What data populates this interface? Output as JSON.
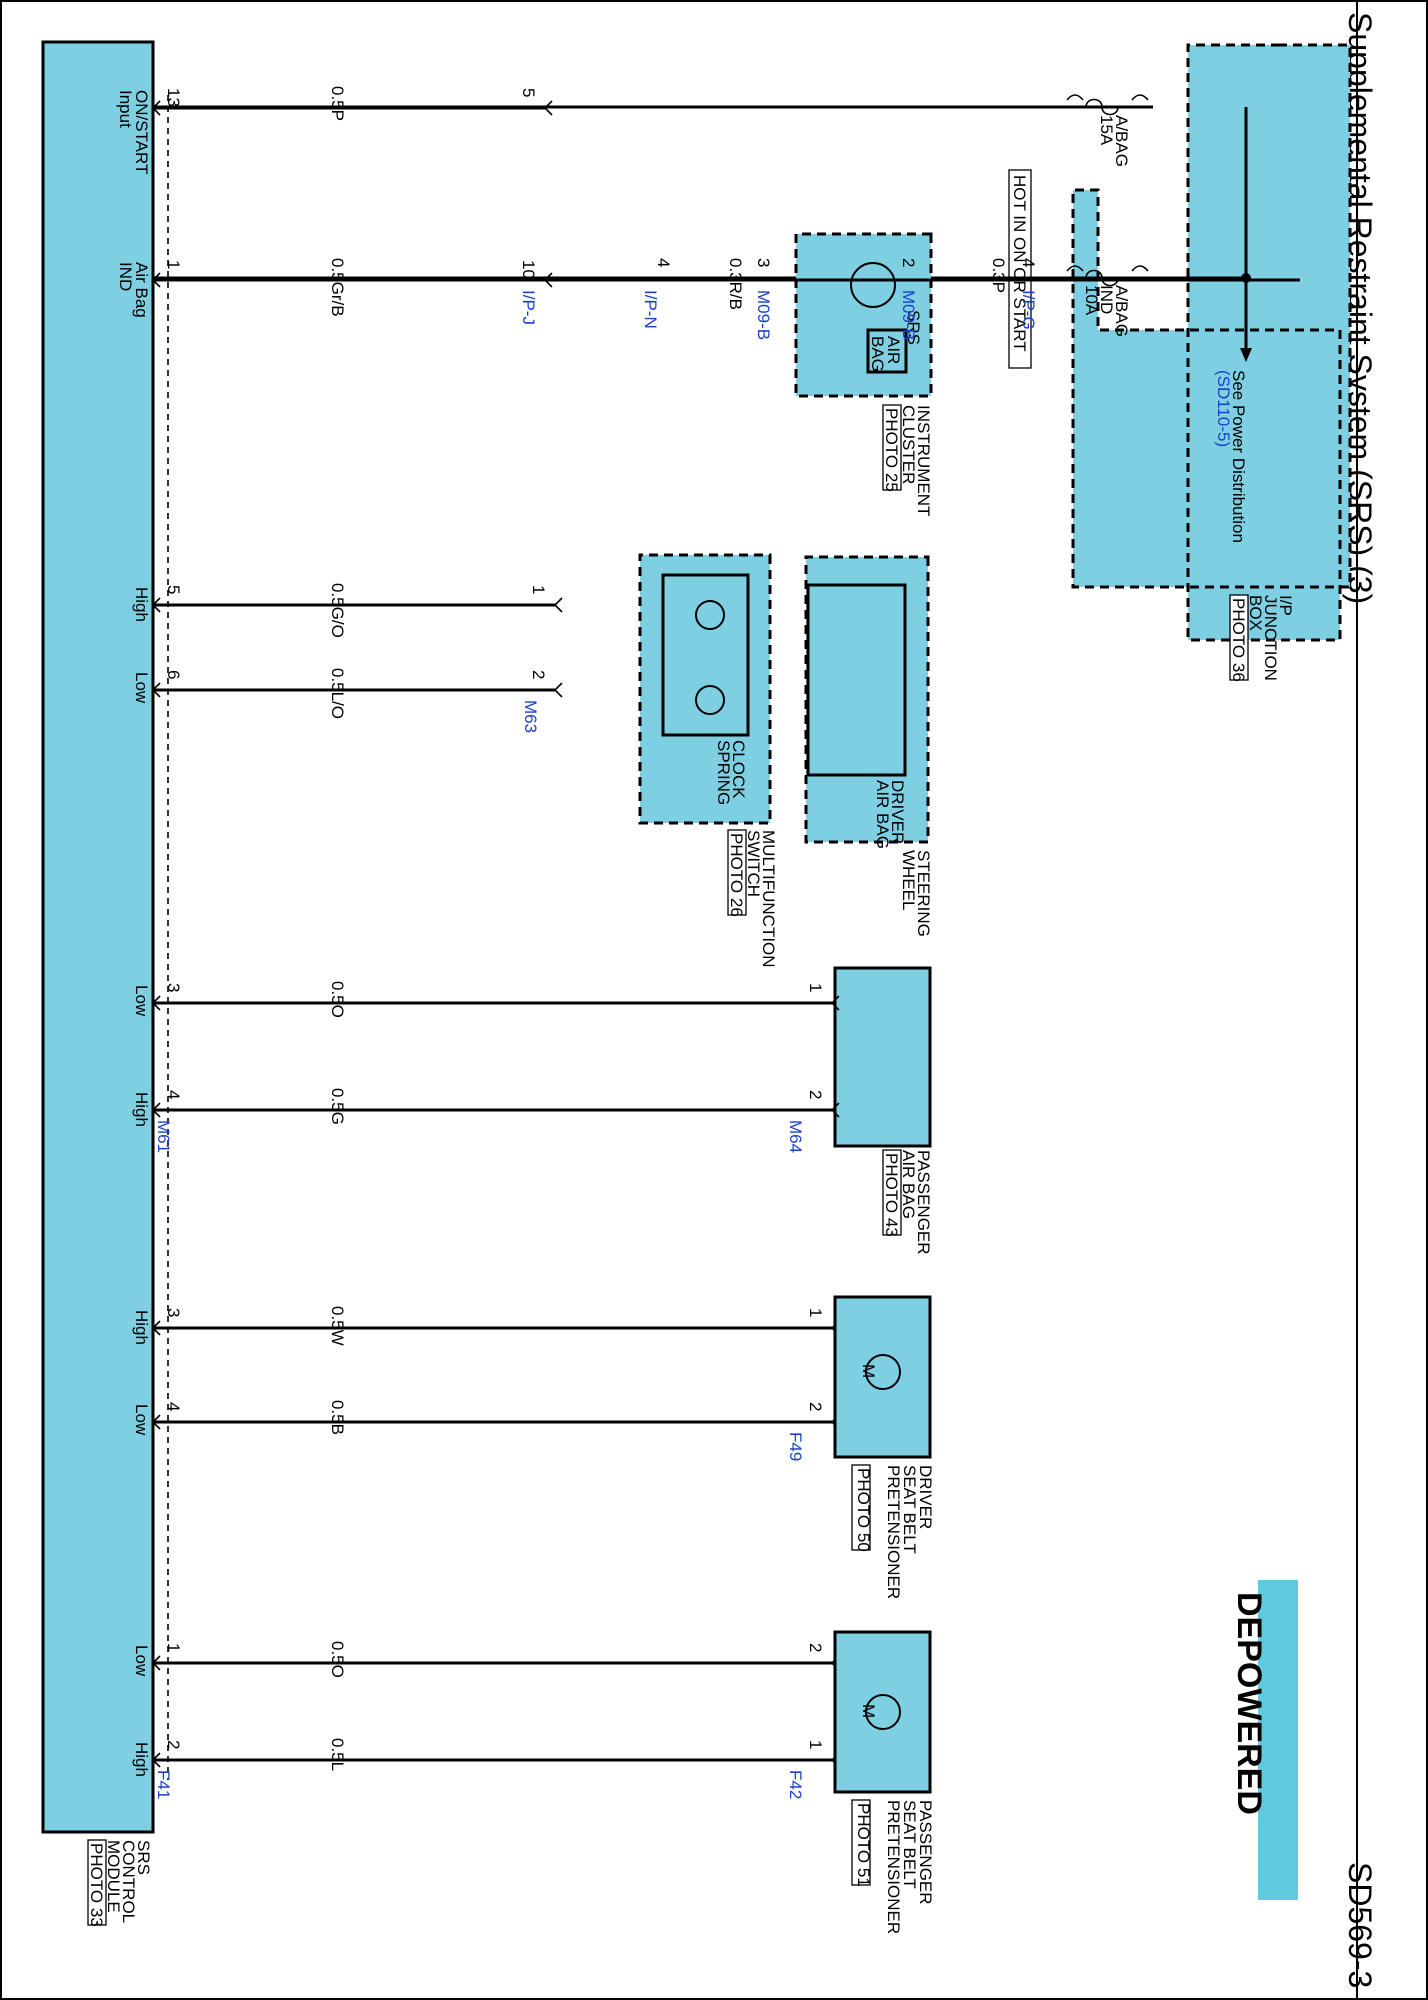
{
  "title": "Supplemental Restraint System (SRS) (3)",
  "page_code": "SD569-3",
  "badge": "DEPOWERED",
  "hot_label": "HOT IN ON OR START",
  "see_power": {
    "line1": "See Power Distribution",
    "link": "(SD110-5)"
  },
  "junction_box": {
    "name": [
      "I/P",
      "JUNCTION",
      "BOX"
    ],
    "photo": "PHOTO 36"
  },
  "fuses": [
    {
      "name": [
        "A/BAG",
        "15A"
      ]
    },
    {
      "name": [
        "A/BAG",
        "IND",
        "10A"
      ]
    }
  ],
  "instrument_cluster": {
    "name": [
      "INSTRUMENT",
      "CLUSTER"
    ],
    "photo": "PHOTO 25",
    "srs": "SRS",
    "airbag": [
      "AIR",
      "BAG"
    ]
  },
  "steering_wheel": {
    "name": [
      "STEERING",
      "WHEEL"
    ],
    "airbag": [
      "DRIVER",
      "AIR BAG"
    ]
  },
  "multifunction_switch": {
    "name": [
      "MULTIFUNCTION",
      "SWITCH"
    ],
    "photo": "PHOTO 26",
    "clock": [
      "CLOCK",
      "SPRING"
    ]
  },
  "passenger_airbag": {
    "name": [
      "PASSENGER",
      "AIR BAG"
    ],
    "photo": "PHOTO 43"
  },
  "driver_pretensioner": {
    "name": [
      "DRIVER",
      "SEAT BELT",
      "PRETENSIONER"
    ],
    "photo": "PHOTO 50"
  },
  "passenger_pretensioner": {
    "name": [
      "PASSENGER",
      "SEAT BELT",
      "PRETENSIONER"
    ],
    "photo": "PHOTO 51"
  },
  "srs_module": {
    "name": [
      "SRS",
      "CONTROL",
      "MODULE"
    ],
    "photo": "PHOTO 33"
  },
  "motor_symbol": "M",
  "wires": [
    {
      "label": "0.5P",
      "module_pin": "13",
      "module_label": [
        "ON/START",
        "Input"
      ],
      "far_pin": "5"
    },
    {
      "label": "0.5Gr/B",
      "module_pin": "1",
      "module_label": [
        "Air Bag",
        "IND"
      ],
      "far_pin": "10"
    },
    {
      "label": "0.3R/B"
    },
    {
      "label": "0.3P"
    },
    {
      "label": "0.5G/O",
      "module_pin": "5",
      "module_label": [
        "High"
      ],
      "far_pin": "1"
    },
    {
      "label": "0.5L/O",
      "module_pin": "6",
      "module_label": [
        "Low"
      ],
      "far_pin": "2"
    },
    {
      "label": "0.5O",
      "module_pin": "3",
      "module_label": [
        "Low"
      ],
      "far_pin": "1"
    },
    {
      "label": "0.5G",
      "module_pin": "4",
      "module_label": [
        "High"
      ],
      "far_pin": "2"
    },
    {
      "label": "0.5W",
      "module_pin": "3",
      "module_label": [
        "High"
      ],
      "far_pin": "1"
    },
    {
      "label": "0.5B",
      "module_pin": "4",
      "module_label": [
        "Low"
      ],
      "far_pin": "2"
    },
    {
      "label": "0.5O",
      "module_pin": "1",
      "module_label": [
        "Low"
      ],
      "far_pin": "2"
    },
    {
      "label": "0.5L",
      "module_pin": "2",
      "module_label": [
        "High"
      ],
      "far_pin": "1"
    }
  ],
  "ip_pins": {
    "ipg": "4",
    "m09_out": "2",
    "m09_in": "3",
    "ipn": "4"
  },
  "connectors": {
    "ipj": "I/P-J",
    "ipn": "I/P-N",
    "m09b": "M09-B",
    "ipg": "I/P-G",
    "m63": "M63",
    "m61": "M61",
    "m64": "M64",
    "f49": "F49",
    "f41": "F41",
    "f42": "F42"
  }
}
